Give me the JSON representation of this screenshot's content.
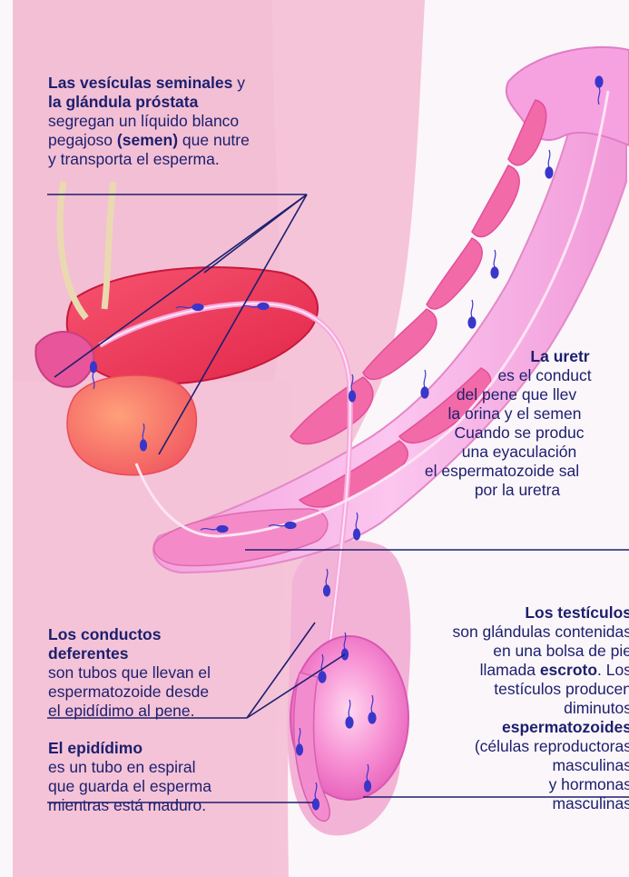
{
  "seminal": {
    "title_a": "Las vesículas seminales",
    "conj": "y",
    "title_b": "la glándula próstata",
    "line1": "segregan un líquido blanco",
    "line2a": "pegajoso",
    "line2b": "(semen)",
    "line2c": "que nutre",
    "line3": "y transporta el esperma."
  },
  "urethra": {
    "title": "La uretr",
    "lines": [
      "es el conduct",
      "del pene que llev",
      "la orina y el semen",
      "Cuando se produc",
      "una eyaculación",
      "el espermatozoide sal",
      "por la uretra"
    ]
  },
  "testicles": {
    "title": "Los testículos",
    "line1": "son glándulas contenidas",
    "line2": "en una bolsa de pie",
    "line3a": "llamada",
    "line3b": "escroto",
    "line3c": ". Los",
    "line4": "testículos producen",
    "line5": "diminutos",
    "line6": "espermatozoides",
    "line7": "(células reproductoras",
    "line8": "masculinas",
    "line9": "y hormonas",
    "line10": "masculinas"
  },
  "vas": {
    "title1": "Los conductos",
    "title2": "deferentes",
    "line1": "son tubos que llevan el",
    "line2": "espermatozoide desde",
    "line3": "el epidídimo al pene."
  },
  "epididymis": {
    "title": "El epidídimo",
    "line1": "es un tubo en espiral",
    "line2": "que guarda el esperma",
    "line3": "mientras está maduro."
  }
}
